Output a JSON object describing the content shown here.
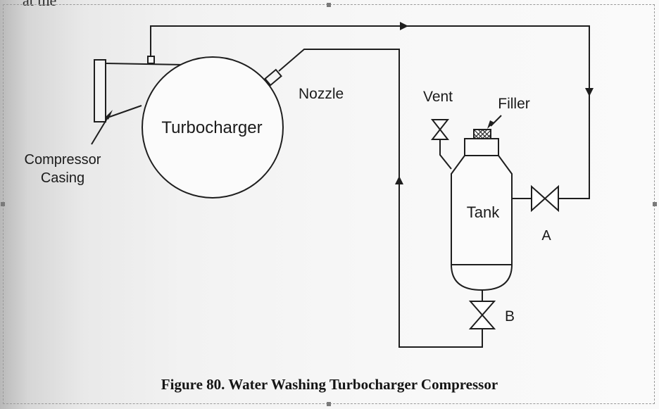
{
  "header_fragment": "at the",
  "labels": {
    "turbocharger": "Turbocharger",
    "nozzle": "Nozzle",
    "compressor_line1": "Compressor",
    "compressor_line2": "Casing",
    "vent": "Vent",
    "filler": "Filler",
    "tank": "Tank",
    "valve_a": "A",
    "valve_b": "B"
  },
  "caption": "Figure 80. Water Washing Turbocharger Compressor",
  "colors": {
    "line": "#1e1e1e",
    "paper_shadow": "#b9b9b9",
    "paper_light": "#fafafa"
  }
}
